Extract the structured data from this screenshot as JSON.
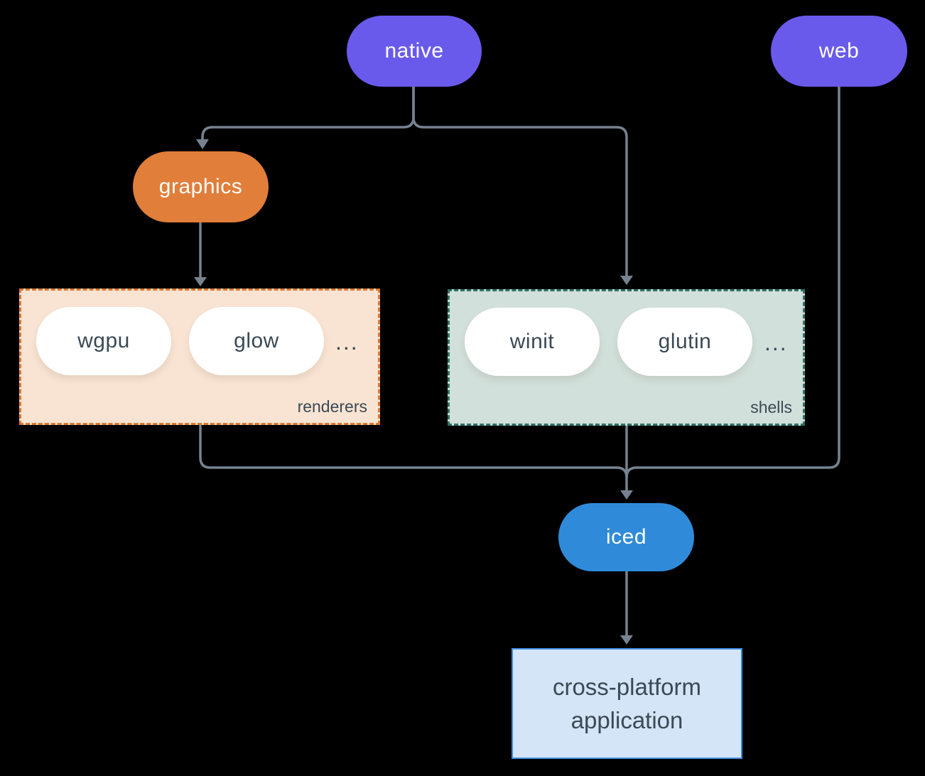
{
  "colors": {
    "bg": "#000000",
    "line": "#76828F",
    "slate": "#3A4954",
    "purple": "#6A5AEB",
    "orange": "#E07E3A",
    "blue": "#2F8BD9",
    "peach-fill": "#F9E4D3",
    "peach-border": "#E0782F",
    "sage-fill": "#D2E0DB",
    "sage-border": "#2F7265",
    "app-fill": "#D4E5F7",
    "app-border": "#3D8CDE"
  },
  "nodes": {
    "native": {
      "label": "native"
    },
    "web": {
      "label": "web"
    },
    "graphics": {
      "label": "graphics"
    },
    "iced": {
      "label": "iced"
    },
    "application": {
      "lines": [
        "cross-platform",
        "application"
      ]
    }
  },
  "groups": {
    "renderers": {
      "label": "renderers",
      "items": [
        "wgpu",
        "glow"
      ],
      "ellipsis": "..."
    },
    "shells": {
      "label": "shells",
      "items": [
        "winit",
        "glutin"
      ],
      "ellipsis": "..."
    }
  }
}
